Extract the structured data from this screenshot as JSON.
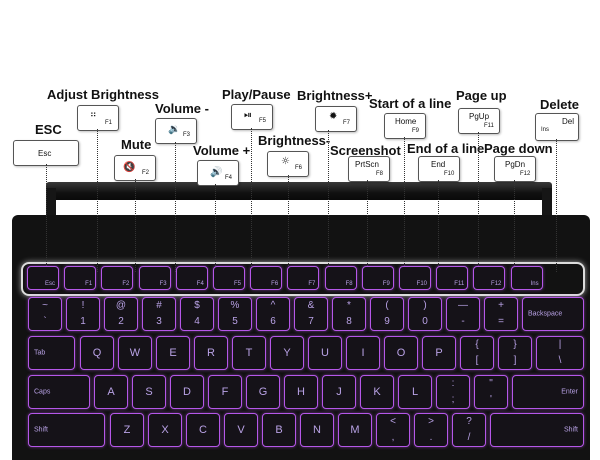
{
  "callouts": [
    {
      "id": "esc",
      "label": "ESC",
      "key_main": "Esc",
      "key_fn": ""
    },
    {
      "id": "adjust-brightness",
      "label": "Adjust Brightness",
      "key_main": "",
      "key_fn": "F1",
      "icon": "keyboard-backlight-icon"
    },
    {
      "id": "mute",
      "label": "Mute",
      "key_main": "",
      "key_fn": "F2",
      "icon": "mute-icon"
    },
    {
      "id": "volume-down",
      "label": "Volume -",
      "key_main": "",
      "key_fn": "F3",
      "icon": "volume-down-icon"
    },
    {
      "id": "volume-up",
      "label": "Volume +",
      "key_main": "",
      "key_fn": "F4",
      "icon": "volume-up-icon"
    },
    {
      "id": "play-pause",
      "label": "Play/Pause",
      "key_main": "",
      "key_fn": "F5",
      "icon": "play-pause-icon"
    },
    {
      "id": "brightness-down",
      "label": "Brightness-",
      "key_main": "",
      "key_fn": "F6",
      "icon": "brightness-down-icon"
    },
    {
      "id": "brightness-up",
      "label": "Brightness+",
      "key_main": "",
      "key_fn": "F7",
      "icon": "brightness-up-icon"
    },
    {
      "id": "screenshot",
      "label": "Screenshot",
      "key_main": "PrtScn",
      "key_fn": "F8"
    },
    {
      "id": "home",
      "label": "Start of a line",
      "key_main": "Home",
      "key_fn": "F9"
    },
    {
      "id": "end",
      "label": "End of a line",
      "key_main": "End",
      "key_fn": "F10"
    },
    {
      "id": "pgup",
      "label": "Page up",
      "key_main": "PgUp",
      "key_fn": "F11"
    },
    {
      "id": "pgdn",
      "label": "Page down",
      "key_main": "PgDn",
      "key_fn": "F12"
    },
    {
      "id": "delete",
      "label": "Delete",
      "key_main": "Del",
      "key_fn": "Ins"
    }
  ],
  "frow": [
    "Esc",
    "F1",
    "F2",
    "F3",
    "F4",
    "F5",
    "F6",
    "F7",
    "F8",
    "F9",
    "F10",
    "F11",
    "F12",
    "Ins"
  ],
  "keyboard": {
    "row1": [
      [
        "~",
        "`"
      ],
      [
        "!",
        "1"
      ],
      [
        "@",
        "2"
      ],
      [
        "#",
        "3"
      ],
      [
        "$",
        "4"
      ],
      [
        "%",
        "5"
      ],
      [
        "^",
        "6"
      ],
      [
        "&",
        "7"
      ],
      [
        "*",
        "8"
      ],
      [
        "(",
        "9"
      ],
      [
        ")",
        "0"
      ],
      [
        "—",
        "-"
      ],
      [
        "+",
        "="
      ]
    ],
    "backspace": "Backspace",
    "tab": "Tab",
    "row2": [
      "Q",
      "W",
      "E",
      "R",
      "T",
      "Y",
      "U",
      "I",
      "O",
      "P"
    ],
    "row2_sym": [
      [
        "{",
        "["
      ],
      [
        "}",
        "]"
      ],
      [
        "|",
        "\\"
      ]
    ],
    "caps": "Caps",
    "row3": [
      "A",
      "S",
      "D",
      "F",
      "G",
      "H",
      "J",
      "K",
      "L"
    ],
    "row3_sym": [
      [
        ":",
        ";"
      ],
      [
        "\"",
        "'"
      ]
    ],
    "enter": "Enter",
    "shift_left": "Shift",
    "row4": [
      "Z",
      "X",
      "C",
      "V",
      "B",
      "N",
      "M"
    ],
    "row4_sym": [
      [
        "<",
        ","
      ],
      [
        ">",
        "."
      ],
      [
        "?",
        "/"
      ]
    ],
    "shift_right": "Shift"
  },
  "colors": {
    "backlight": "#b557e8",
    "legend": "#b9a2e6"
  }
}
